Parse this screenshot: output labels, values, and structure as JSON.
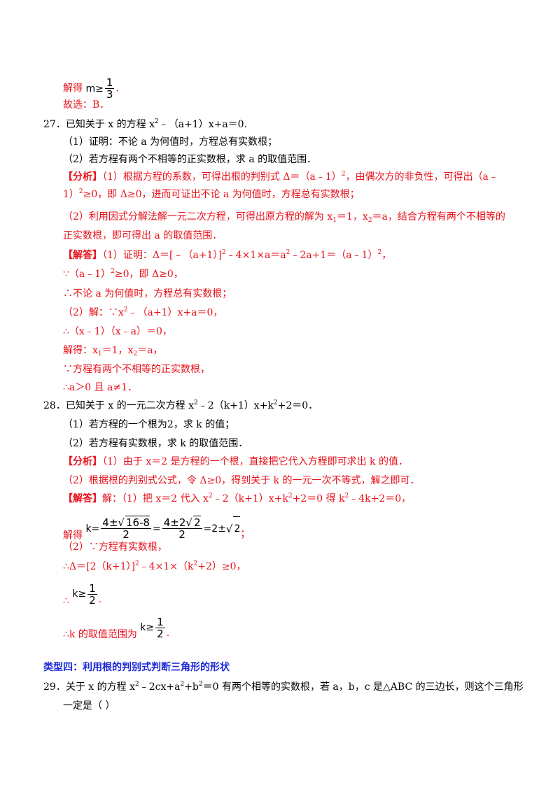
{
  "colors": {
    "red": "#e8101a",
    "blue": "#1a28d8"
  },
  "p26": {
    "jiede": "解得",
    "m_prefix": "m≥",
    "frac_num": "1",
    "frac_den": "3",
    "period": ".",
    "choose": "故选：B．"
  },
  "q27": {
    "num": "27．",
    "stem_a": "已知关于 x 的方程 x",
    "stem_sup": "2",
    "stem_b": "﹣（a+1）x+a＝0.",
    "sub1": "（1）证明：不论 a 为何值时，方程总有实数根；",
    "sub2": "（2）若方程有两个不相等的正实数根，求 a 的取值范围．",
    "fx_tag": "【分析】",
    "fx1": "（1）根据方程的系数，可得出根的判别式 Δ＝（a﹣1）",
    "fx1_sup": "2",
    "fx1b": "，由偶次方的非负性，可得出（a﹣",
    "fx2a": "1）",
    "fx2_sup": "2",
    "fx2b": "≥0，即 Δ≥0，进而可证出不论 a 为何值时，方程总有实数根；",
    "fx3": "（2）利用因式分解法解一元二次方程，可得出原方程的解为 x",
    "fx3_s1": "1",
    "fx3b": "＝1，x",
    "fx3_s2": "2",
    "fx3c": "＝a，结合方程有两个不相等的",
    "fx4": "正实数根，即可得出 a 的取值范围．",
    "jd_tag": "【解答】",
    "jd1a": "（1）证明：Δ＝[﹣（a+1）]",
    "jd1_s1": "2",
    "jd1b": "﹣4×1×a＝a",
    "jd1_s2": "2",
    "jd1c": "﹣2a+1＝（a﹣1）",
    "jd1_s3": "2",
    "jd1d": "，",
    "jd2a": "∵（a﹣1）",
    "jd2_sup": "2",
    "jd2b": "≥0，即 Δ≥0，",
    "jd3": "∴不论 a 为何值时，方程总有实数根；",
    "jd4a": "（2）解：∵x",
    "jd4_sup": "2",
    "jd4b": "﹣（a+1）x+a＝0，",
    "jd5": "∴（x﹣1）（x﹣a）＝0，",
    "jd6a": "解得：x",
    "jd6_s1": "1",
    "jd6b": "＝1，x",
    "jd6_s2": "2",
    "jd6c": "＝a，",
    "jd7": "∵方程有两个不相等的正实数根，",
    "jd8": "∴a＞0 且 a≠1．"
  },
  "q28": {
    "num": "28．",
    "stem_a": "已知关于 x 的一元二次方程 x",
    "stem_sup": "2",
    "stem_b": "﹣2（k+1）x+k",
    "stem_sup2": "2",
    "stem_c": "+2＝0．",
    "sub1": "（1）若方程的一个根为2，求 k 的值；",
    "sub2": "（2）若方程有实数根，求 k 的取值范围．",
    "fx_tag": "【分析】",
    "fx1": "（1）由于 x＝2 是方程的一个根，直接把它代入方程即可求出 k 的值．",
    "fx2": "（2）根据根的判别式公式，令 Δ≥0，得到关于 k 的一元一次不等式，解之即可．",
    "jd_tag": "【解答】",
    "jd1a": "解：（1）把 x＝2 代入 x",
    "jd1_s1": "2",
    "jd1b": "﹣2（k+1）x+k",
    "jd1_s2": "2",
    "jd1c": "+2＝0 得 k",
    "jd1_s3": "2",
    "jd1d": "﹣4k+2＝0，",
    "jiede": "解得",
    "eq_k": "k=",
    "eq_num1a": "4±",
    "eq_num1_rad": "16-8",
    "eq_den1": "2",
    "eq_eq": "=",
    "eq_num2a": "4±2",
    "eq_num2_rad": "2",
    "eq_den2": "2",
    "eq_res_a": "=2±",
    "eq_res_rad": "2",
    "semicolon": "；",
    "jd2": "（2）∵方程有实数根，",
    "jd3a": "∴Δ＝[2（k+1）]",
    "jd3_sup": "2",
    "jd3b": "﹣4×1×（k",
    "jd3_sup2": "2",
    "jd3c": "+2）≥0，",
    "therefore": "∴",
    "k_ge": "k≥",
    "f_num": "1",
    "f_den": "2",
    "period": ".",
    "jd4": "∴k 的取值范围为",
    "jd4_kge": "k≥",
    "jd4_num": "1",
    "jd4_den": "2",
    "jd4_end": "."
  },
  "section": {
    "title": "类型四：利用根的判别式判断三角形的形状"
  },
  "q29": {
    "num": "29．",
    "line1a": "关于 x 的方程 x",
    "line1_s1": "2",
    "line1b": "﹣2cx+a",
    "line1_s2": "2",
    "line1c": "+b",
    "line1_s3": "2",
    "line1d": "＝0 有两个相等的实数根，若 a，b，c 是△ABC 的三边长，则这个三角形",
    "line2": "一定是（      ）"
  }
}
